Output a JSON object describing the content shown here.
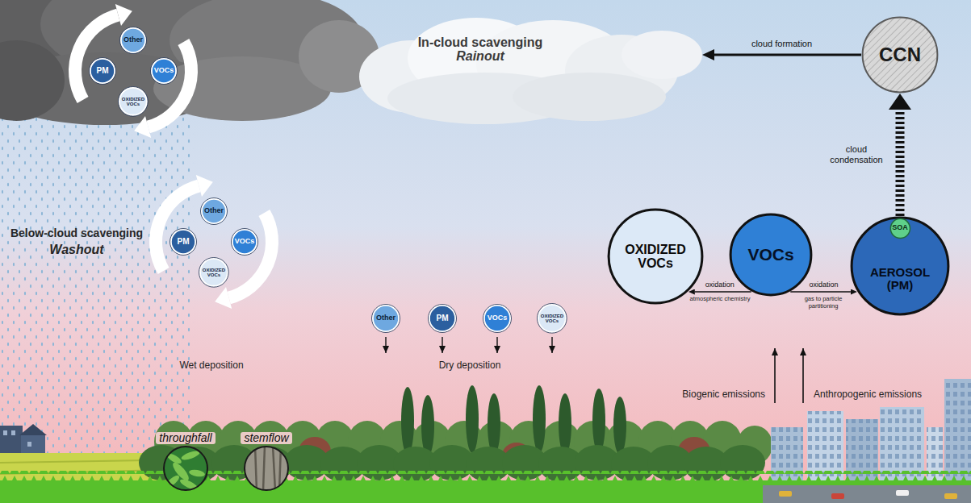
{
  "diagram": {
    "nodes": [
      {
        "text": [
          "Other"
        ]
      },
      {
        "text": [
          "PM"
        ]
      },
      {
        "text": [
          "VOCs"
        ]
      },
      {
        "text": [
          "OXIDIZED VOCs"
        ]
      },
      {
        "text": [
          "In-cloud scavenging",
          "Rainout"
        ]
      },
      {
        "text": [
          "CCN"
        ]
      },
      {
        "text": [
          "Other"
        ]
      },
      {
        "text": [
          "PM"
        ]
      },
      {
        "text": [
          "VOCs"
        ]
      },
      {
        "text": [
          "OXIDIZED VOCs"
        ]
      },
      {
        "text": [
          "Other"
        ]
      },
      {
        "text": [
          "PM"
        ]
      },
      {
        "text": [
          "VOCs"
        ]
      },
      {
        "text": [
          "OXIDIZED VOCs"
        ]
      },
      {
        "text": [
          "OXIDIZED VOCs"
        ]
      },
      {
        "text": [
          "VOCs"
        ]
      },
      {
        "text": [
          "AEROSOL (PM)"
        ]
      },
      {
        "text": [
          "SOA"
        ],
        "in": 16
      },
      {
        "text": [
          "throughfall"
        ]
      },
      {
        "text": [
          "stemflow"
        ]
      }
    ],
    "edges": [
      {
        "from": 15,
        "to": 14,
        "arrow": "to",
        "label": "oxidation"
      },
      {
        "from": 15,
        "to": 16,
        "arrow": "to",
        "label": "oxidation"
      },
      {
        "from": 16,
        "to": 5,
        "arrow": "to",
        "label": "cloud condensation"
      },
      {
        "from": 5,
        "to": 4,
        "arrow": "to",
        "label": "cloud formation"
      }
    ],
    "labels": [
      "Below-cloud scavenging",
      "Washout",
      "atmospheric chemistry",
      "gas to particle partitioning",
      "Wet deposition",
      "Dry deposition",
      "Biogenic emissions",
      "Anthropogenic emissions"
    ]
  }
}
